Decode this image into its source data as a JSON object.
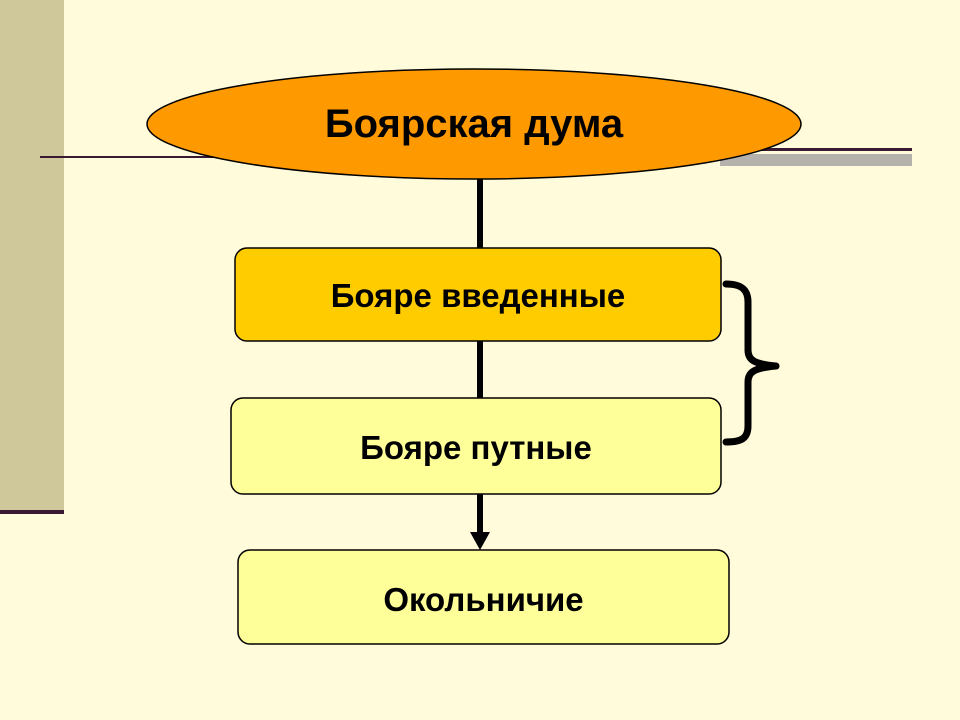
{
  "diagram": {
    "title": "Боярская дума",
    "nodes": [
      {
        "id": "boyare-vvedennye",
        "label": "Бояре введенные",
        "fill": "#FFCC00"
      },
      {
        "id": "boyare-putnye",
        "label": "Бояре путные",
        "fill": "#FFFF99"
      },
      {
        "id": "okolnichie",
        "label": "Окольничие",
        "fill": "#FFFF99"
      }
    ],
    "colors": {
      "title_fill": "#FF9900",
      "background": "#FFFBDB",
      "accent_band": "#CEC89A",
      "line": "#000000"
    }
  }
}
